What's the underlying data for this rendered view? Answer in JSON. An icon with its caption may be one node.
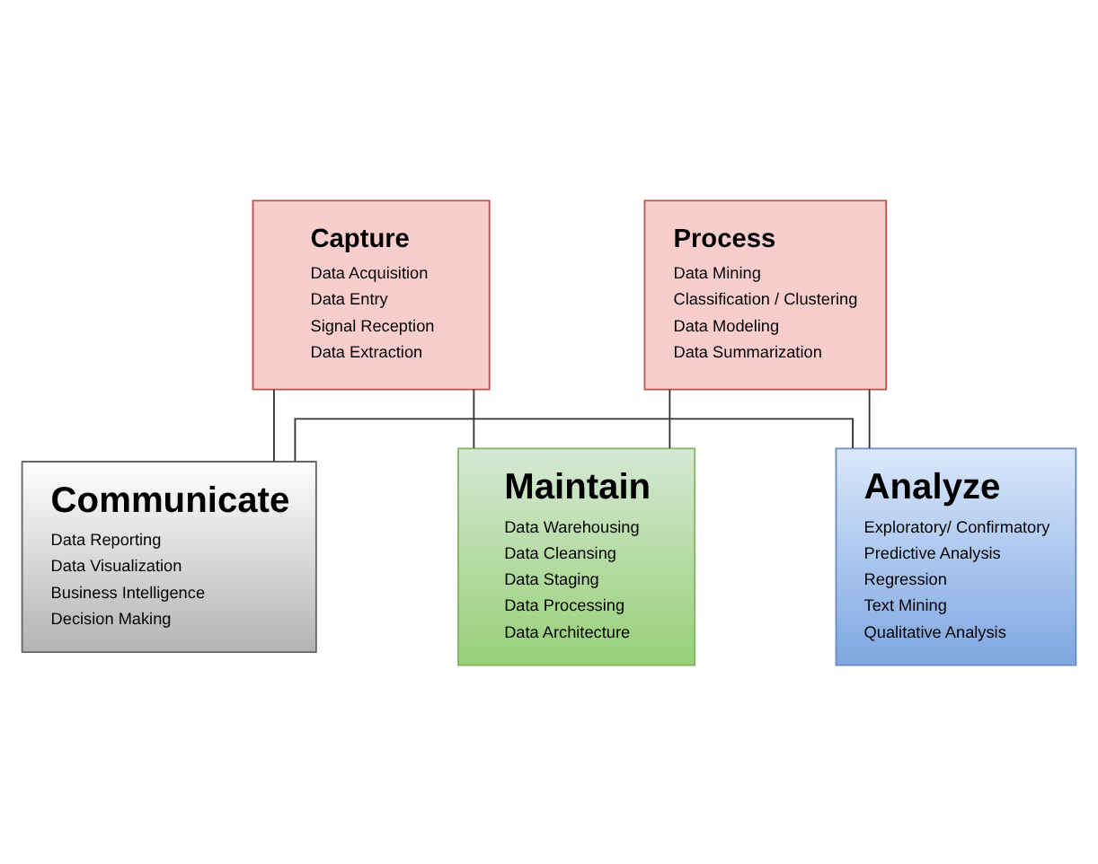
{
  "diagram": {
    "nodes": [
      {
        "text": [
          "Capture",
          "Data Acquisition",
          "Data Entry",
          "Signal Reception",
          "Data Extraction"
        ]
      },
      {
        "text": [
          "Process",
          "Data Mining",
          "Classification / Clustering",
          "Data Modeling",
          "Data Summarization"
        ]
      },
      {
        "text": [
          "Maintain",
          "Data Warehousing",
          "Data Cleansing",
          "Data Staging",
          "Data Processing",
          "Data Architecture"
        ]
      },
      {
        "text": [
          "Communicate",
          "Data Reporting",
          "Data Visualization",
          "Business Intelligence",
          "Decision Making"
        ]
      },
      {
        "text": [
          "Analyze",
          "Exploratory/ Confirmatory",
          "Predictive Analysis",
          "Regression",
          "Text Mining",
          "Qualitative Analysis"
        ]
      }
    ],
    "edges": [
      {
        "from": 0,
        "to": 2,
        "arrow": "none"
      },
      {
        "from": 1,
        "to": 2,
        "arrow": "none"
      },
      {
        "from": 0,
        "to": 3,
        "arrow": "none"
      },
      {
        "from": 1,
        "to": 4,
        "arrow": "none"
      },
      {
        "from": 3,
        "to": 4,
        "arrow": "none"
      }
    ]
  }
}
